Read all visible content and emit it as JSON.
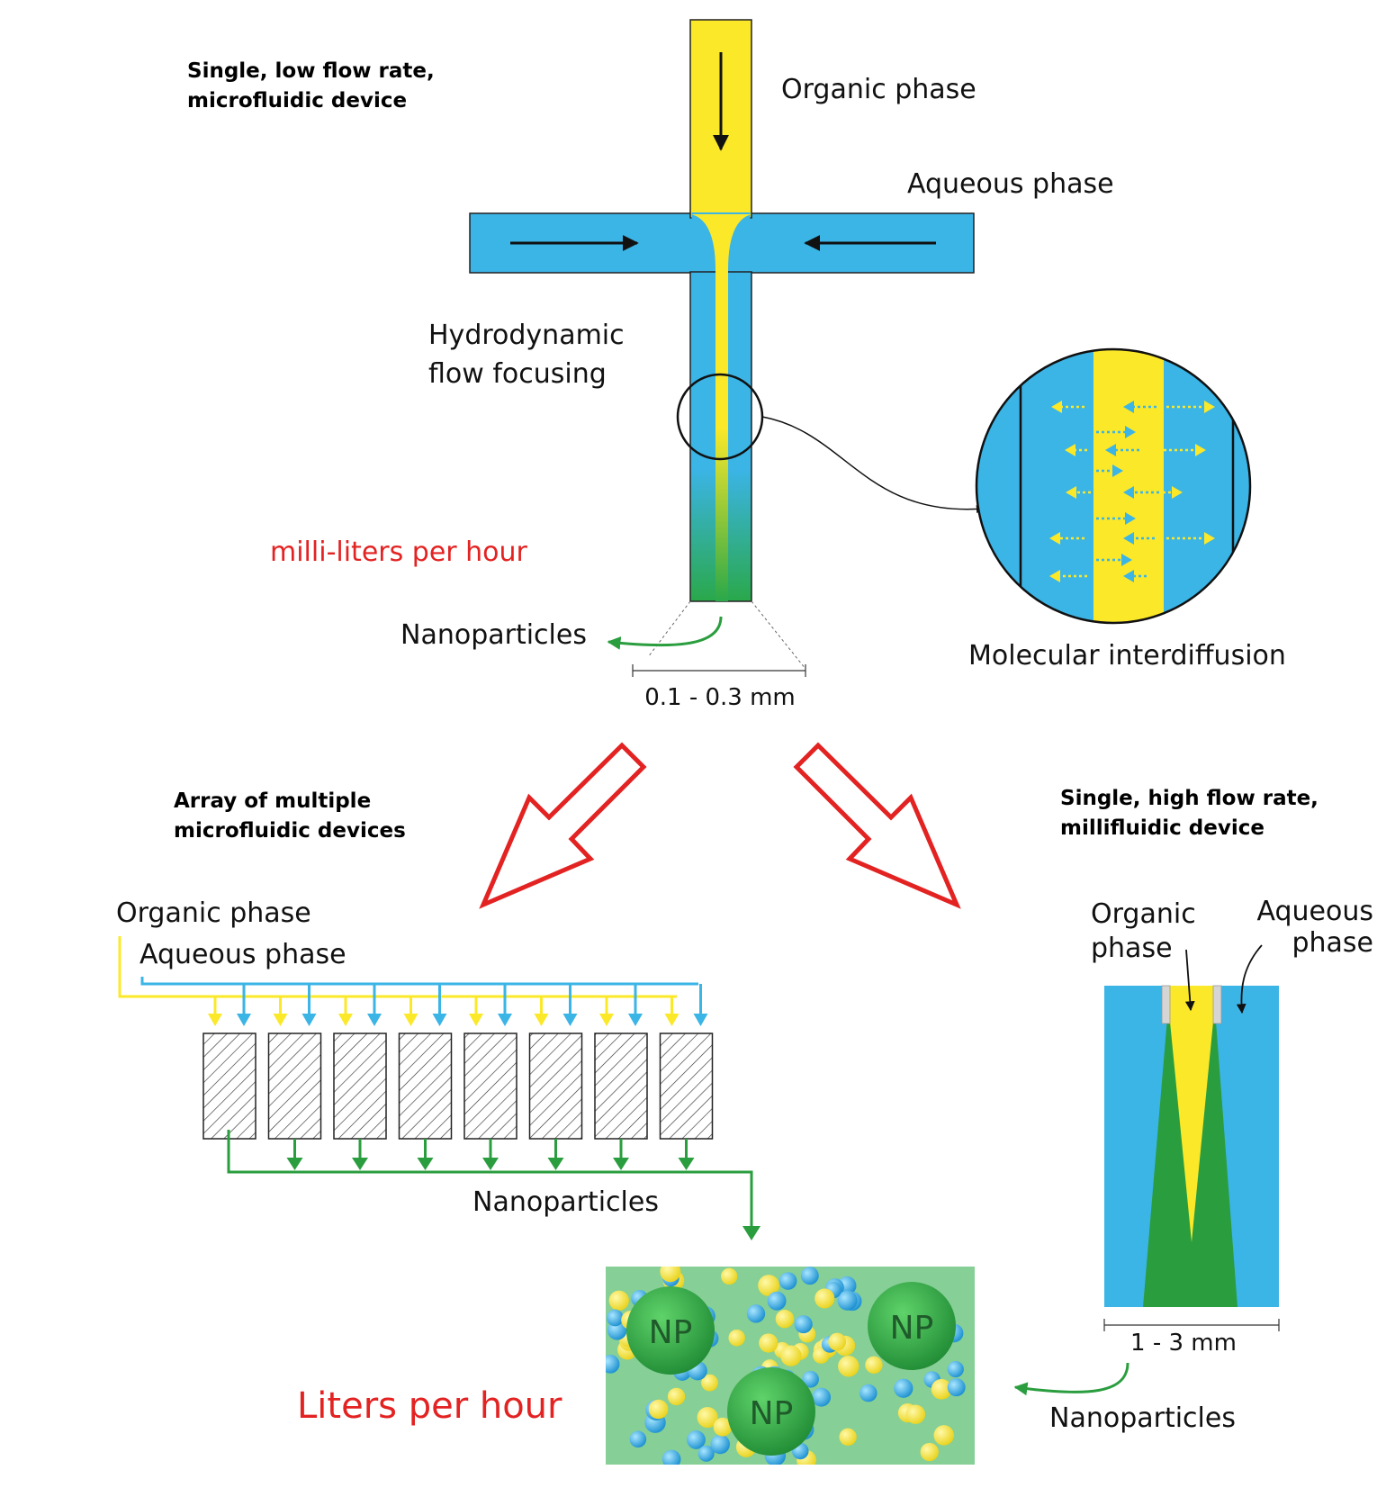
{
  "colors": {
    "organic": "#fbe829",
    "aqueous": "#3bb4e6",
    "nanoparticle": "#2a9d3e",
    "flow_arrow": "#e32222",
    "mixture_bg": "#86cf96"
  },
  "top": {
    "device_title_line1": "Single, low flow rate,",
    "device_title_line2": "microfluidic device",
    "organic_label": "Organic phase",
    "aqueous_label": "Aqueous phase",
    "focus_line1": "Hydrodynamic",
    "focus_line2": "flow focusing",
    "rate_label": "milli-liters per hour",
    "np_label": "Nanoparticles",
    "width_label": "0.1 - 0.3 mm",
    "inset_label": "Molecular interdiffusion"
  },
  "left": {
    "title_line1": "Array of multiple",
    "title_line2": "microfluidic devices",
    "organic_label": "Organic phase",
    "aqueous_label": "Aqueous phase",
    "np_label": "Nanoparticles",
    "device_count": 8
  },
  "right": {
    "title_line1": "Single, high flow rate,",
    "title_line2": "millifluidic device",
    "organic_line1": "Organic",
    "organic_line2": "phase",
    "aqueous_line1": "Aqueous",
    "aqueous_line2": "phase",
    "width_label": "1 - 3 mm",
    "np_label": "Nanoparticles"
  },
  "bottom": {
    "rate_label": "Liters per hour",
    "np_badge": "NP"
  }
}
